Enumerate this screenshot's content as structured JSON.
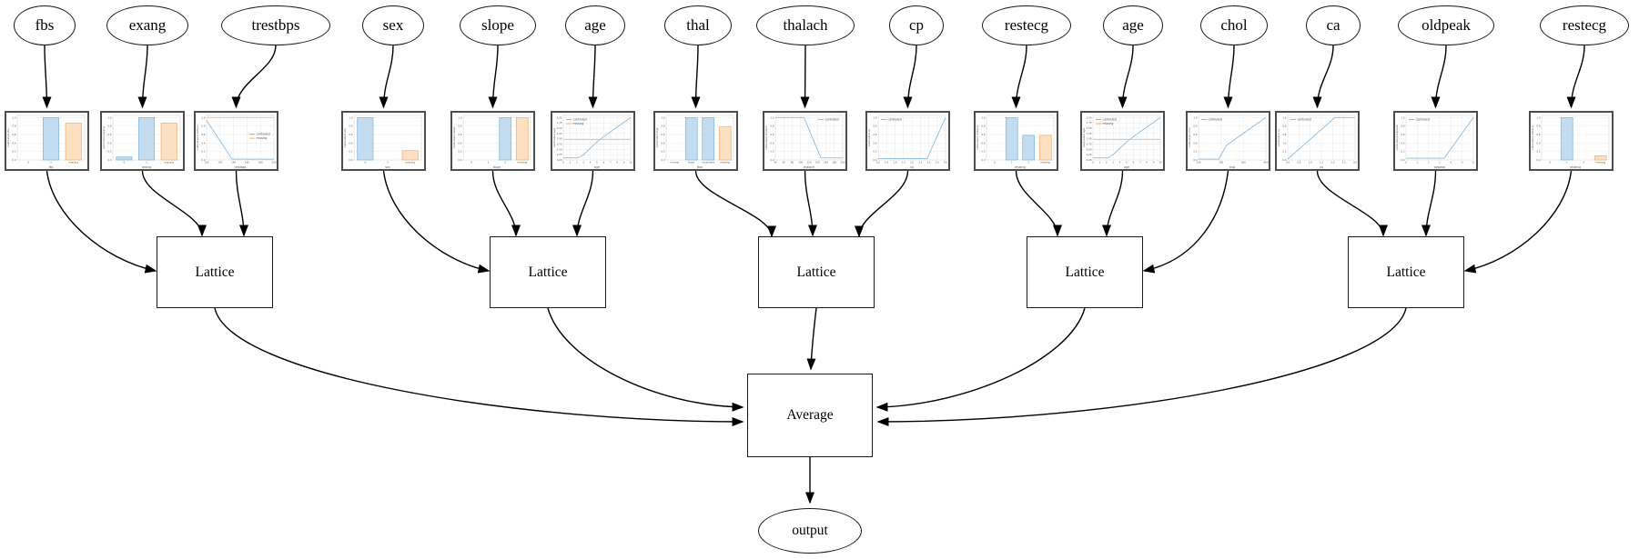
{
  "diagram": {
    "inputs": [
      {
        "label": "fbs"
      },
      {
        "label": "exang"
      },
      {
        "label": "trestbps"
      },
      {
        "label": "sex"
      },
      {
        "label": "slope"
      },
      {
        "label": "age"
      },
      {
        "label": "thal"
      },
      {
        "label": "thalach"
      },
      {
        "label": "cp"
      },
      {
        "label": "restecg"
      },
      {
        "label": "age"
      },
      {
        "label": "chol"
      },
      {
        "label": "ca"
      },
      {
        "label": "oldpeak"
      },
      {
        "label": "restecg"
      }
    ],
    "lattices": [
      {
        "label": "Lattice"
      },
      {
        "label": "Lattice"
      },
      {
        "label": "Lattice"
      },
      {
        "label": "Lattice"
      },
      {
        "label": "Lattice"
      }
    ],
    "groups": [
      [
        0,
        1,
        2
      ],
      [
        3,
        4,
        5
      ],
      [
        6,
        7,
        8
      ],
      [
        9,
        10,
        11
      ],
      [
        12,
        13,
        14
      ]
    ],
    "average": {
      "label": "Average"
    },
    "output": {
      "label": "output"
    }
  },
  "colors": {
    "calibrated_fill": "#c3dcef",
    "calibrated_edge": "#7fb4dc",
    "calibrated_line": "#8abbdf",
    "missing_fill": "#fde0c2",
    "missing_edge": "#f6ab63",
    "missing_line": "#fcb97d",
    "grid": "#e9e9e9",
    "plot_border": "#d8d8d8",
    "axis_text": "#555555",
    "edge": "#000000"
  },
  "chart_data": [
    {
      "type": "bar",
      "title": "",
      "xlabel": "fbs",
      "ylabel": "calibrated fbs",
      "ylim": [
        0,
        1
      ],
      "yticks": [
        "0.0",
        "0.2",
        "0.4",
        "0.6",
        "0.8",
        "1.0"
      ],
      "categories": [
        "0",
        "1",
        "missing"
      ],
      "series": [
        {
          "name": "calibrated",
          "values": [
            0,
            1.0,
            null
          ]
        },
        {
          "name": "missing",
          "values": [
            null,
            null,
            0.87
          ]
        }
      ],
      "legend": null
    },
    {
      "type": "bar",
      "title": "",
      "xlabel": "exang",
      "ylabel": "calibrated exang",
      "ylim": [
        0,
        1
      ],
      "yticks": [
        "0.0",
        "0.2",
        "0.4",
        "0.6",
        "0.8",
        "1.0"
      ],
      "categories": [
        "0",
        "1",
        "missing"
      ],
      "series": [
        {
          "name": "calibrated",
          "values": [
            0.07,
            1.0,
            null
          ]
        },
        {
          "name": "missing",
          "values": [
            null,
            null,
            0.87
          ]
        }
      ],
      "legend": null
    },
    {
      "type": "line",
      "title": "",
      "xlabel": "trestbps",
      "ylabel": "calibrated trestbps",
      "ylim": [
        0,
        1
      ],
      "yticks": [
        "0.0",
        "0.2",
        "0.4",
        "0.6",
        "0.8",
        "1.0"
      ],
      "xlim": [
        100,
        200
      ],
      "xticks": [
        "100",
        "120",
        "140",
        "160",
        "180",
        "200"
      ],
      "series": [
        {
          "name": "calibrated",
          "points": [
            [
              100,
              0.93
            ],
            [
              138,
              0.02
            ],
            [
              200,
              0.02
            ]
          ]
        },
        {
          "name": "missing",
          "points": [
            [
              100,
              1.0
            ],
            [
              200,
              1.0
            ]
          ]
        }
      ],
      "legend": "mid-right"
    },
    {
      "type": "bar",
      "title": "",
      "xlabel": "sex",
      "ylabel": "calibrated sex",
      "ylim": [
        0,
        1
      ],
      "yticks": [
        "0.0",
        "0.2",
        "0.4",
        "0.6",
        "0.8",
        "1.0"
      ],
      "categories": [
        "0",
        "1",
        "missing"
      ],
      "series": [
        {
          "name": "calibrated",
          "values": [
            1.0,
            0,
            null
          ]
        },
        {
          "name": "missing",
          "values": [
            null,
            null,
            0.22
          ]
        }
      ],
      "legend": null
    },
    {
      "type": "bar",
      "title": "",
      "xlabel": "slope",
      "ylabel": "calibrated slope",
      "ylim": [
        0,
        1
      ],
      "yticks": [
        "0.0",
        "0.2",
        "0.4",
        "0.6",
        "0.8",
        "1.0"
      ],
      "categories": [
        "0",
        "1",
        "2",
        "missing"
      ],
      "series": [
        {
          "name": "calibrated",
          "values": [
            0,
            0,
            1.0,
            null
          ]
        },
        {
          "name": "missing",
          "values": [
            null,
            null,
            null,
            1.0
          ]
        }
      ],
      "legend": null
    },
    {
      "type": "line",
      "title": "",
      "xlabel": "age",
      "ylabel": "calibrated age",
      "ylim": [
        0,
        2
      ],
      "yticks": [
        "0.00",
        "0.25",
        "0.50",
        "0.75",
        "1.00",
        "1.25",
        "1.50",
        "1.75",
        "2.00"
      ],
      "xlim": [
        0,
        10
      ],
      "xticks": [
        "0",
        "1",
        "2",
        "3",
        "4",
        "5",
        "6",
        "7",
        "8",
        "9",
        "10"
      ],
      "series": [
        {
          "name": "calibrated",
          "points": [
            [
              0,
              0.1
            ],
            [
              2.2,
              0.1
            ],
            [
              3,
              0.25
            ],
            [
              4,
              0.55
            ],
            [
              5,
              0.85
            ],
            [
              6,
              1.1
            ],
            [
              8,
              1.55
            ],
            [
              10,
              2.0
            ]
          ]
        },
        {
          "name": "missing",
          "points": [
            [
              0,
              0.97
            ],
            [
              10,
              0.97
            ]
          ]
        }
      ],
      "legend": "top-left"
    },
    {
      "type": "bar",
      "title": "",
      "xlabel": "thal",
      "ylabel": "calibrated thal",
      "ylim": [
        0,
        1
      ],
      "yticks": [
        "0.0",
        "0.2",
        "0.4",
        "0.6",
        "0.8",
        "1.0"
      ],
      "categories": [
        "normal",
        "fixed",
        "reversible",
        "missing"
      ],
      "series": [
        {
          "name": "calibrated",
          "values": [
            0,
            1.0,
            1.0,
            null
          ]
        },
        {
          "name": "missing",
          "values": [
            null,
            null,
            null,
            0.78
          ]
        }
      ],
      "legend": null
    },
    {
      "type": "line",
      "title": "",
      "xlabel": "thalach",
      "ylabel": "calibrated thalach",
      "ylim": [
        0,
        1
      ],
      "yticks": [
        "0.0",
        "0.2",
        "0.4",
        "0.6",
        "0.8",
        "1.0"
      ],
      "xlim": [
        40,
        200
      ],
      "xticks": [
        "40",
        "60",
        "80",
        "100",
        "120",
        "140",
        "160",
        "180",
        "200"
      ],
      "series": [
        {
          "name": "calibrated",
          "points": [
            [
              40,
              1.0
            ],
            [
              108,
              1.0
            ],
            [
              148,
              0.05
            ],
            [
              200,
              0.05
            ]
          ]
        }
      ],
      "legend": "top-right"
    },
    {
      "type": "line",
      "title": "",
      "xlabel": "cp",
      "ylabel": "calibrated cp",
      "ylim": [
        0,
        1
      ],
      "yticks": [
        "0.0",
        "0.2",
        "0.4",
        "0.6",
        "0.8",
        "1.0"
      ],
      "xlim": [
        0,
        4
      ],
      "xticks": [
        "0.0",
        "0.5",
        "1.0",
        "1.5",
        "2.0",
        "2.5",
        "3.0",
        "3.5",
        "4.0"
      ],
      "series": [
        {
          "name": "calibrated",
          "points": [
            [
              0,
              0.03
            ],
            [
              2.9,
              0.03
            ],
            [
              4,
              1.0
            ]
          ]
        }
      ],
      "legend": "top-left"
    },
    {
      "type": "bar",
      "title": "",
      "xlabel": "restecg",
      "ylabel": "calibrated restecg",
      "ylim": [
        0,
        1
      ],
      "yticks": [
        "0.0",
        "0.2",
        "0.4",
        "0.6",
        "0.8",
        "1.0"
      ],
      "categories": [
        "0",
        "1",
        "2",
        "missing"
      ],
      "series": [
        {
          "name": "calibrated",
          "values": [
            0,
            1.0,
            0.58,
            null
          ]
        },
        {
          "name": "missing",
          "values": [
            null,
            null,
            null,
            0.58
          ]
        }
      ],
      "legend": null
    },
    {
      "type": "line",
      "title": "",
      "xlabel": "age",
      "ylabel": "calibrated age",
      "ylim": [
        0,
        2
      ],
      "yticks": [
        "0.00",
        "0.25",
        "0.50",
        "0.75",
        "1.00",
        "1.25",
        "1.50",
        "1.75",
        "2.00"
      ],
      "xlim": [
        0,
        10
      ],
      "xticks": [
        "0",
        "1",
        "2",
        "3",
        "4",
        "5",
        "6",
        "7",
        "8",
        "9",
        "10"
      ],
      "series": [
        {
          "name": "calibrated",
          "points": [
            [
              0,
              0.1
            ],
            [
              2.2,
              0.1
            ],
            [
              3,
              0.25
            ],
            [
              4,
              0.55
            ],
            [
              5,
              0.85
            ],
            [
              6,
              1.1
            ],
            [
              8,
              1.55
            ],
            [
              10,
              2.0
            ]
          ]
        },
        {
          "name": "missing",
          "points": [
            [
              0,
              0.97
            ],
            [
              10,
              0.97
            ]
          ]
        }
      ],
      "legend": "top-left"
    },
    {
      "type": "line",
      "title": "",
      "xlabel": "chol",
      "ylabel": "calibrated chol",
      "ylim": [
        0,
        1
      ],
      "yticks": [
        "0.0",
        "0.2",
        "0.4",
        "0.6",
        "0.8",
        "1.0"
      ],
      "xlim": [
        100,
        400
      ],
      "xticks": [
        "100",
        "200",
        "300",
        "400"
      ],
      "series": [
        {
          "name": "calibrated",
          "points": [
            [
              100,
              0.02
            ],
            [
              190,
              0.02
            ],
            [
              225,
              0.35
            ],
            [
              400,
              1.0
            ]
          ]
        }
      ],
      "legend": "top-left"
    },
    {
      "type": "line",
      "title": "",
      "xlabel": "ca",
      "ylabel": "calibrated ca",
      "ylim": [
        0,
        1
      ],
      "yticks": [
        "0.0",
        "0.2",
        "0.4",
        "0.6",
        "0.8",
        "1.0"
      ],
      "xlim": [
        0,
        3
      ],
      "xticks": [
        "0.0",
        "0.5",
        "1.0",
        "1.5",
        "2.0",
        "2.5",
        "3.0"
      ],
      "series": [
        {
          "name": "calibrated",
          "points": [
            [
              0,
              0.02
            ],
            [
              2.1,
              1.0
            ],
            [
              3,
              1.0
            ]
          ]
        }
      ],
      "legend": "top-left"
    },
    {
      "type": "line",
      "title": "",
      "xlabel": "oldpeak",
      "ylabel": "calibrated oldpeak",
      "ylim": [
        0,
        1
      ],
      "yticks": [
        "0.0",
        "0.2",
        "0.4",
        "0.6",
        "0.8",
        "1.0"
      ],
      "xlim": [
        0,
        6
      ],
      "xticks": [
        "0",
        "1",
        "2",
        "3",
        "4",
        "5",
        "6"
      ],
      "series": [
        {
          "name": "calibrated",
          "points": [
            [
              0,
              0.04
            ],
            [
              3.4,
              0.04
            ],
            [
              6,
              1.0
            ]
          ]
        }
      ],
      "legend": "top-left"
    },
    {
      "type": "bar",
      "title": "",
      "xlabel": "restecg",
      "ylabel": "calibrated restecg",
      "ylim": [
        0,
        1
      ],
      "yticks": [
        "0.0",
        "0.2",
        "0.4",
        "0.6",
        "0.8",
        "1.0"
      ],
      "categories": [
        "0",
        "1",
        "2",
        "missing"
      ],
      "series": [
        {
          "name": "calibrated",
          "values": [
            0,
            1.0,
            0,
            null
          ]
        },
        {
          "name": "missing",
          "values": [
            null,
            null,
            null,
            0.1
          ]
        }
      ],
      "legend": null
    }
  ]
}
